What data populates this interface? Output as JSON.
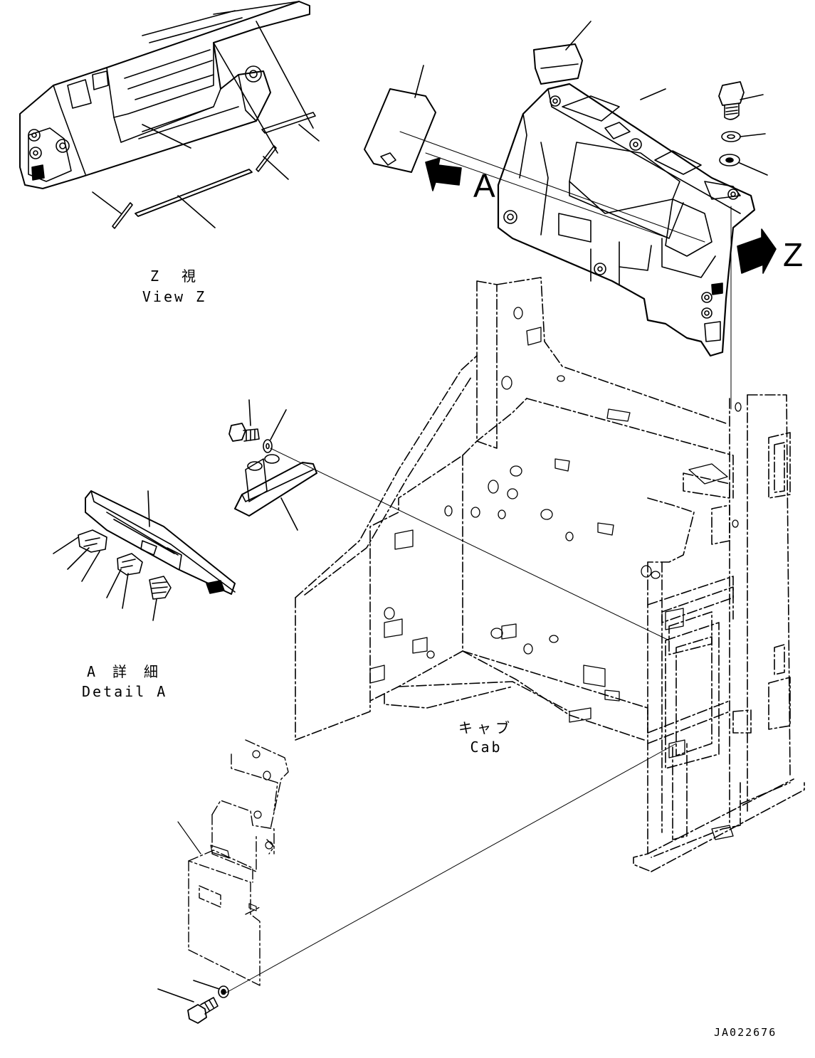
{
  "labels": {
    "view_z_ja": "Z　視",
    "view_z_en": "View Z",
    "detail_a_ja": "A 詳 細",
    "detail_a_en": "Detail A",
    "cab_ja": "キャブ",
    "cab_en": "Cab",
    "arrow_a": "A",
    "arrow_z": "Z",
    "drawing_code": "JA022676"
  }
}
